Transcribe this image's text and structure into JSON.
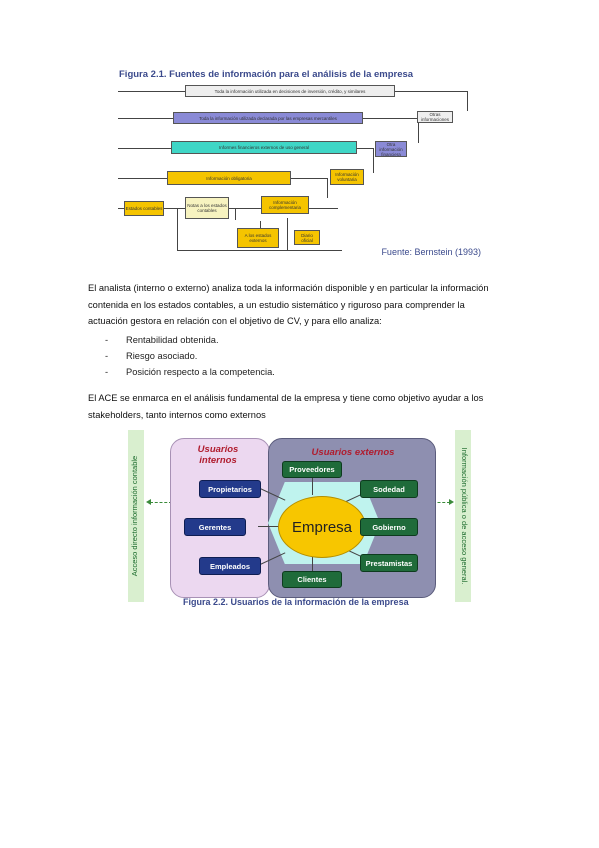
{
  "figure1": {
    "title": "Figura 2.1. Fuentes de información para el análisis de la empresa",
    "source": "Fuente: Bernstein (1993)",
    "boxes": {
      "b1": "Toda la información utilizada en decisiones de inversión, crédito, y similares",
      "b2": "Toda la información utilizada declarada por las empresas mercantiles",
      "b3": "Otras informaciones",
      "b4": "Informes financieros externos de uso general",
      "b5": "Otra información financiera",
      "b6": "Información obligatoria",
      "b7": "Información voluntaria",
      "b8": "Estados contables",
      "b9": "Notas a los estados contables",
      "b10": "Información complementaria",
      "b11": "A los estados externos",
      "b12": "Diario oficial"
    }
  },
  "paragraph1": "El analista (interno o externo) analiza toda la información disponible y en particular la información contenida en los estados contables, a un estudio sistemático y riguroso para comprender la actuación gestora en relación con el objetivo de CV, y para ello analiza:",
  "bullets": [
    "Rentabilidad obtenida.",
    "Riesgo asociado.",
    "Posición respecto a la competencia."
  ],
  "paragraph2": "El ACE se enmarca en el análisis fundamental de la empresa y tiene como objetivo ayudar a los stakeholders, tanto internos como externos",
  "figure2": {
    "title": "Figura 2.2. Usuarios de la información de la empresa",
    "left_label": "Acceso directo información contable",
    "right_label": "Información pública o de acceso general.",
    "internal_title": "Usuarios internos",
    "external_title": "Usuarios externos",
    "center": "Empresa",
    "internal": [
      "Propietarios",
      "Gerentes",
      "Empleados"
    ],
    "external": [
      "Proveedores",
      "Sodedad",
      "Gobierno",
      "Prestamistas",
      "Clientes"
    ]
  },
  "colors": {
    "yellow": "#f5c400",
    "cyan": "#3fd6c6",
    "purple": "#8a8ad6",
    "internal_bg": "#ecd8f0",
    "external_bg": "#8e8fb0",
    "green_pill": "#1f6b3a",
    "blue_pill": "#233a8b",
    "empresa": "#f7c600"
  }
}
